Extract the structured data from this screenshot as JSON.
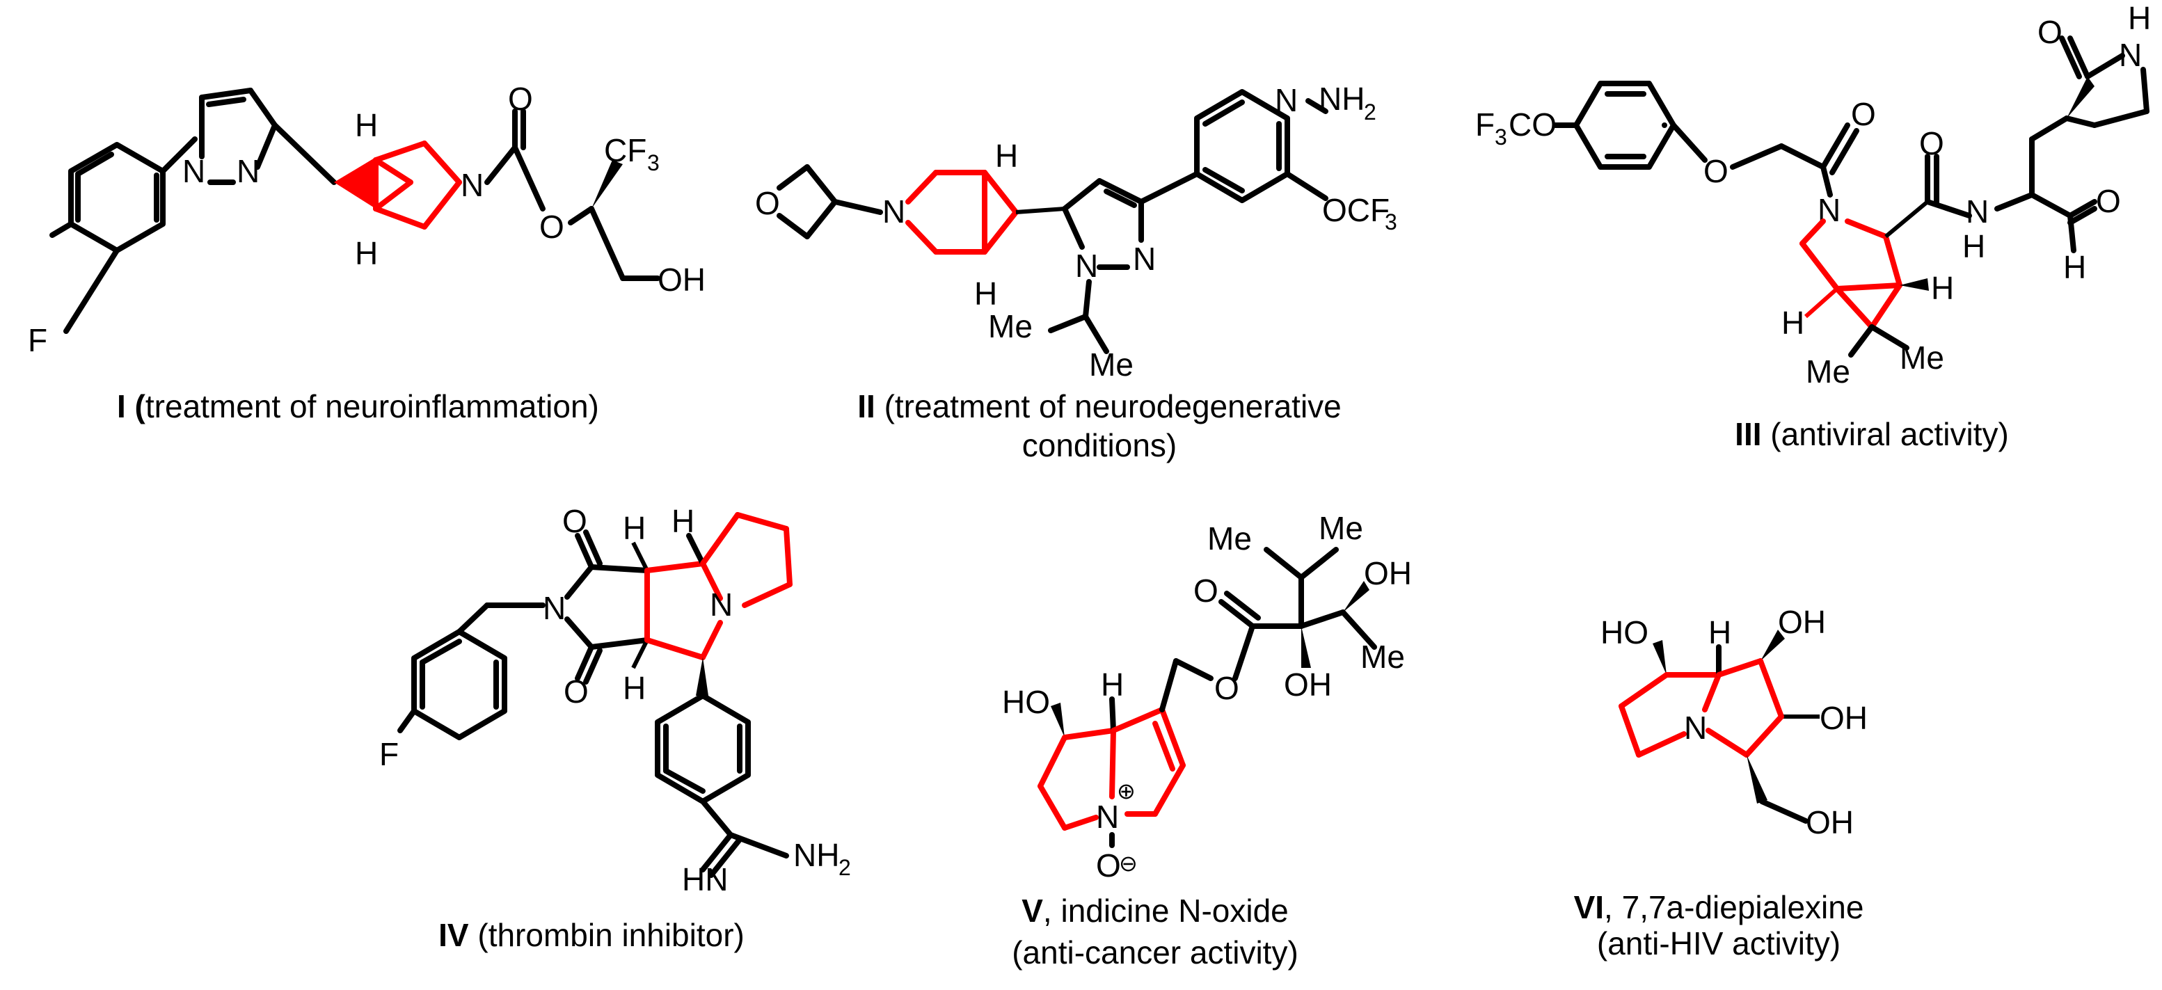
{
  "colors": {
    "bond": "#000000",
    "highlight": "#ff0000",
    "background": "#ffffff"
  },
  "compounds": [
    {
      "id": "I",
      "sep": " (",
      "note": "treatment of neuroinflammation)"
    },
    {
      "id": "II",
      "sep": " ",
      "note": "(treatment of neurodegenerative",
      "note2": "conditions)"
    },
    {
      "id": "III",
      "sep": " ",
      "note": "(antiviral activity)"
    },
    {
      "id": "IV",
      "sep": " ",
      "note": "(thrombin inhibitor)"
    },
    {
      "id": "V",
      "sep": ", ",
      "note": "indicine N-oxide",
      "note2": "(anti-cancer activity)"
    },
    {
      "id": "VI",
      "sep": ", ",
      "note": "7,7a-diepialexine",
      "note2": "(anti-HIV activity)"
    }
  ],
  "labels": {
    "N": "N",
    "O": "O",
    "H": "H",
    "F": "F",
    "CF": "CF",
    "three": "3",
    "two": "2",
    "OH": "OH",
    "HO": "HO",
    "Me": "Me",
    "NH": "NH",
    "HN": "HN",
    "F3CO": "F",
    "F3CO_rest": "CO",
    "OCF": "OCF",
    "plus": "⊕",
    "minus": "⊖"
  }
}
